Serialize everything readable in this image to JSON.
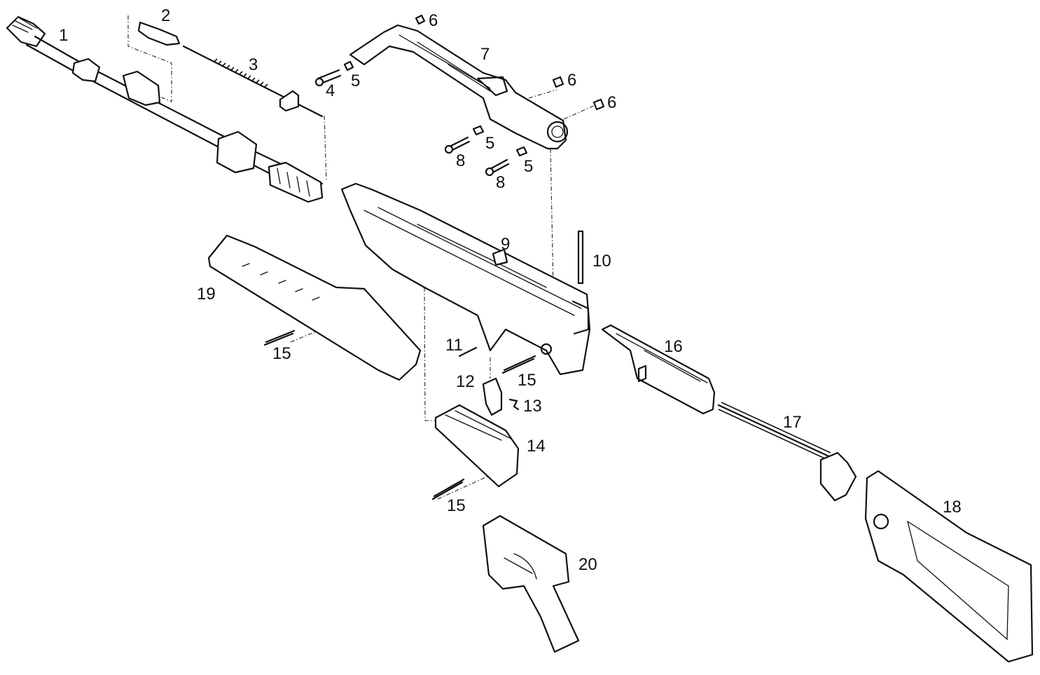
{
  "callouts": [
    {
      "id": "1",
      "text": "1"
    },
    {
      "id": "2",
      "text": "2"
    },
    {
      "id": "3",
      "text": "3"
    },
    {
      "id": "4",
      "text": "4"
    },
    {
      "id": "5a",
      "text": "5"
    },
    {
      "id": "5b",
      "text": "5"
    },
    {
      "id": "5c",
      "text": "5"
    },
    {
      "id": "6a",
      "text": "6"
    },
    {
      "id": "6b",
      "text": "6"
    },
    {
      "id": "6c",
      "text": "6"
    },
    {
      "id": "7",
      "text": "7"
    },
    {
      "id": "8a",
      "text": "8"
    },
    {
      "id": "8b",
      "text": "8"
    },
    {
      "id": "9",
      "text": "9"
    },
    {
      "id": "10",
      "text": "10"
    },
    {
      "id": "11",
      "text": "11"
    },
    {
      "id": "12",
      "text": "12"
    },
    {
      "id": "13",
      "text": "13"
    },
    {
      "id": "14",
      "text": "14"
    },
    {
      "id": "15a",
      "text": "15"
    },
    {
      "id": "15b",
      "text": "15"
    },
    {
      "id": "15c",
      "text": "15"
    },
    {
      "id": "16",
      "text": "16"
    },
    {
      "id": "17",
      "text": "17"
    },
    {
      "id": "18",
      "text": "18"
    },
    {
      "id": "19",
      "text": "19"
    },
    {
      "id": "20",
      "text": "20"
    }
  ]
}
